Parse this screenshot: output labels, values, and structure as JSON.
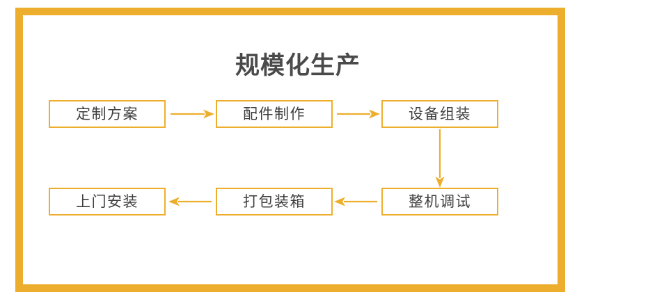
{
  "diagram": {
    "title": "规模化生产",
    "frame_color": "#eeae2d",
    "box_border_color": "#eeae2d",
    "arrow_color": "#eeae2d",
    "title_color": "#4a4a4a",
    "label_color": "#3f3f3f",
    "background_color": "#ffffff",
    "steps": [
      {
        "id": "step-1",
        "label": "定制方案",
        "row": 1,
        "col": 1
      },
      {
        "id": "step-2",
        "label": "配件制作",
        "row": 1,
        "col": 2
      },
      {
        "id": "step-3",
        "label": "设备组装",
        "row": 1,
        "col": 3
      },
      {
        "id": "step-4",
        "label": "整机调试",
        "row": 2,
        "col": 3
      },
      {
        "id": "step-5",
        "label": "打包装箱",
        "row": 2,
        "col": 2
      },
      {
        "id": "step-6",
        "label": "上门安装",
        "row": 2,
        "col": 1
      }
    ],
    "connectors": [
      {
        "id": "arrow-1",
        "from": "定制方案",
        "to": "配件制作",
        "direction": "right"
      },
      {
        "id": "arrow-2",
        "from": "配件制作",
        "to": "设备组装",
        "direction": "right"
      },
      {
        "id": "arrow-3",
        "from": "设备组装",
        "to": "整机调试",
        "direction": "down"
      },
      {
        "id": "arrow-4",
        "from": "整机调试",
        "to": "打包装箱",
        "direction": "left"
      },
      {
        "id": "arrow-5",
        "from": "打包装箱",
        "to": "上门安装",
        "direction": "left"
      }
    ]
  }
}
